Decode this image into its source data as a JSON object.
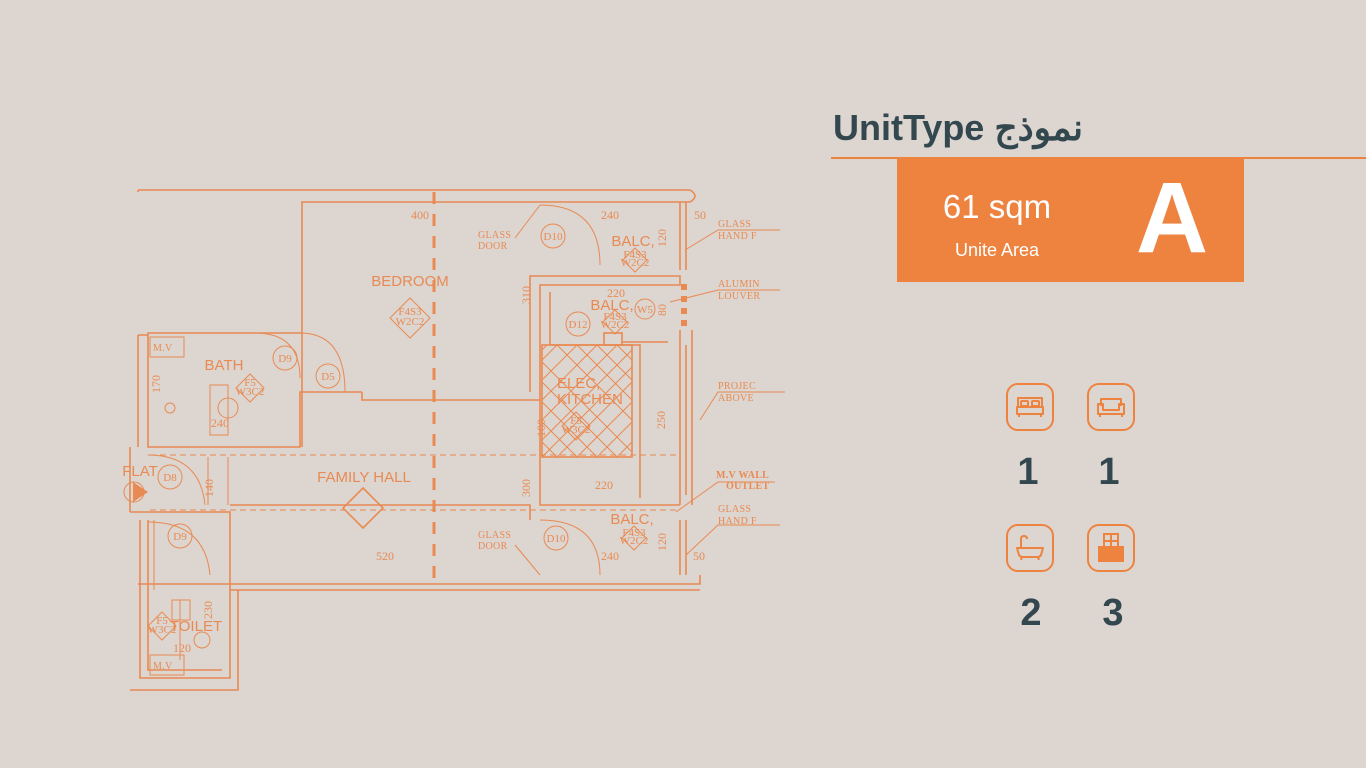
{
  "unit": {
    "title": "UnitType نموذج",
    "area_value": "61 sqm",
    "area_label": "Unite Area",
    "type_letter": "A"
  },
  "features": [
    {
      "icon": "bed-icon",
      "count": "1"
    },
    {
      "icon": "sofa-icon",
      "count": "1"
    },
    {
      "icon": "bathtub-icon",
      "count": "2"
    },
    {
      "icon": "window-icon",
      "count": "3"
    }
  ],
  "floor_plan": {
    "rooms": [
      "BEDROOM",
      "BATH",
      "ELEC,",
      "KITCHEN",
      "FAMILY HALL",
      "TOILET",
      "FLAT",
      "BALC,",
      "BALC,",
      "BALC,"
    ],
    "door_tags": [
      "D10",
      "D12",
      "D9",
      "D5",
      "D8",
      "D9",
      "D10",
      "W5"
    ],
    "dimensions": [
      "400",
      "240",
      "120",
      "50",
      "310",
      "220",
      "80",
      "170",
      "240",
      "100",
      "250",
      "140",
      "300",
      "220",
      "520",
      "240",
      "120",
      "50",
      "230",
      "120"
    ],
    "notes": [
      "GLASS",
      "DOOR",
      "GLASS",
      "HAND F",
      "ALUMIN",
      "LOUVER",
      "PROJEC",
      "ABOVE",
      "M.V WALL",
      "OUTLET",
      "GLASS",
      "DOOR",
      "GLASS",
      "HAND F",
      "M.V",
      "M.V"
    ],
    "finish_codes": [
      "F4S3",
      "W2C2",
      "F5",
      "W3C2",
      "F5",
      "W3C2",
      "F4S3",
      "W2C2",
      "F4S3",
      "W2C2",
      "F5",
      "W3C2",
      "F4S3",
      "W2C2"
    ]
  },
  "colors": {
    "background": "#dcd5d0",
    "accent": "#ee8340",
    "text_dark": "#33474f"
  }
}
